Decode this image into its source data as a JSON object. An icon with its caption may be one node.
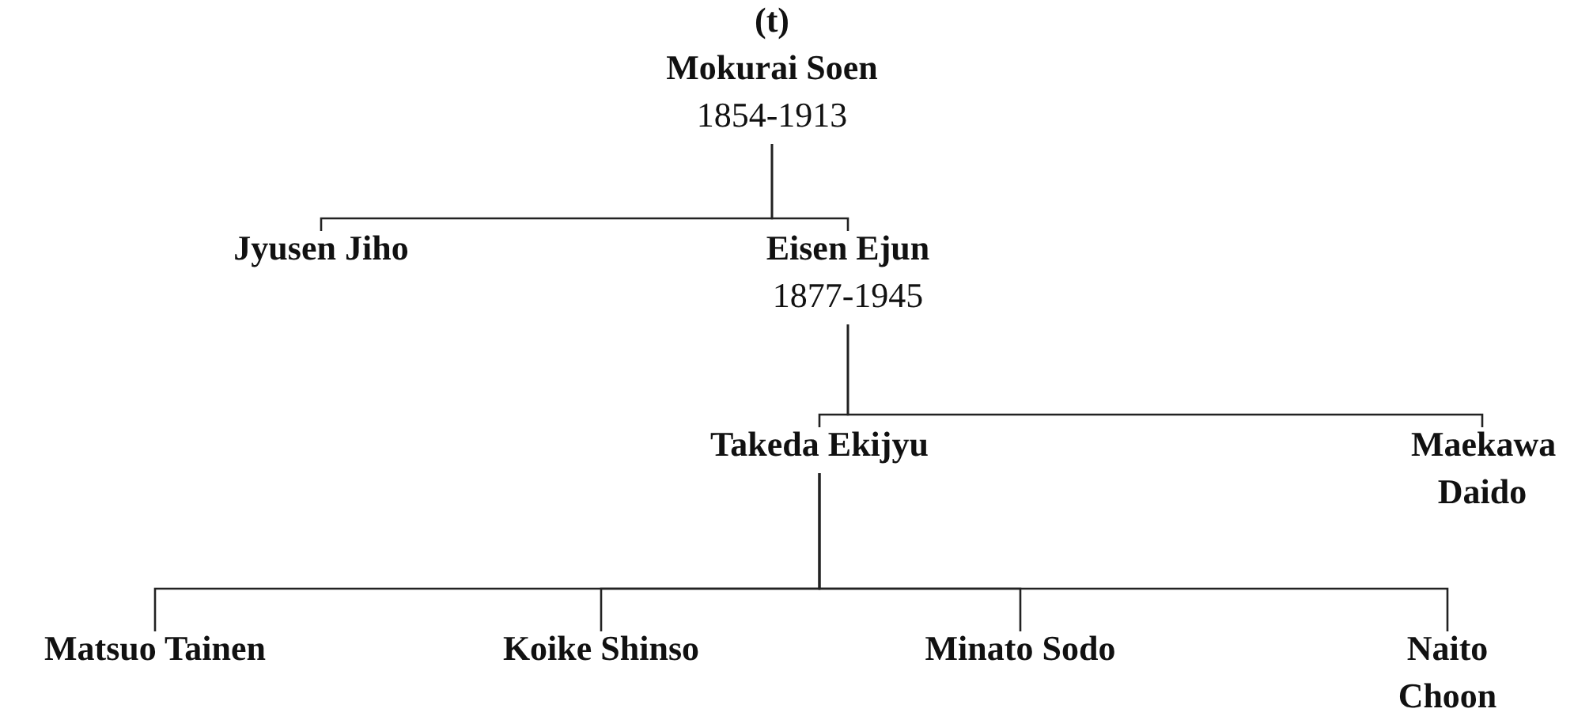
{
  "diagram": {
    "nodes": [
      {
        "text": [
          "Mokurai Soen",
          "1854-1913"
        ]
      },
      {
        "text": [
          "Jyusen Jiho"
        ]
      },
      {
        "text": [
          "Eisen Ejun",
          "1877-1945"
        ]
      },
      {
        "text": [
          "Takeda Ekijyu"
        ]
      },
      {
        "text": [
          "Maekawa Daido"
        ]
      },
      {
        "text": [
          "Matsuo Tainen"
        ]
      },
      {
        "text": [
          "Koike Shinso"
        ]
      },
      {
        "text": [
          "Minato Sodo"
        ]
      },
      {
        "text": [
          "Naito Choon"
        ]
      }
    ],
    "edges": [
      {
        "from": 0,
        "to": 1,
        "arrow": "none"
      },
      {
        "from": 0,
        "to": 2,
        "arrow": "none"
      },
      {
        "from": 2,
        "to": 3,
        "arrow": "none"
      },
      {
        "from": 2,
        "to": 4,
        "arrow": "none"
      },
      {
        "from": 3,
        "to": 5,
        "arrow": "none"
      },
      {
        "from": 3,
        "to": 6,
        "arrow": "none"
      },
      {
        "from": 3,
        "to": 7,
        "arrow": "none"
      },
      {
        "from": 3,
        "to": 8,
        "arrow": "none"
      }
    ],
    "labels": [
      "(t)"
    ]
  }
}
